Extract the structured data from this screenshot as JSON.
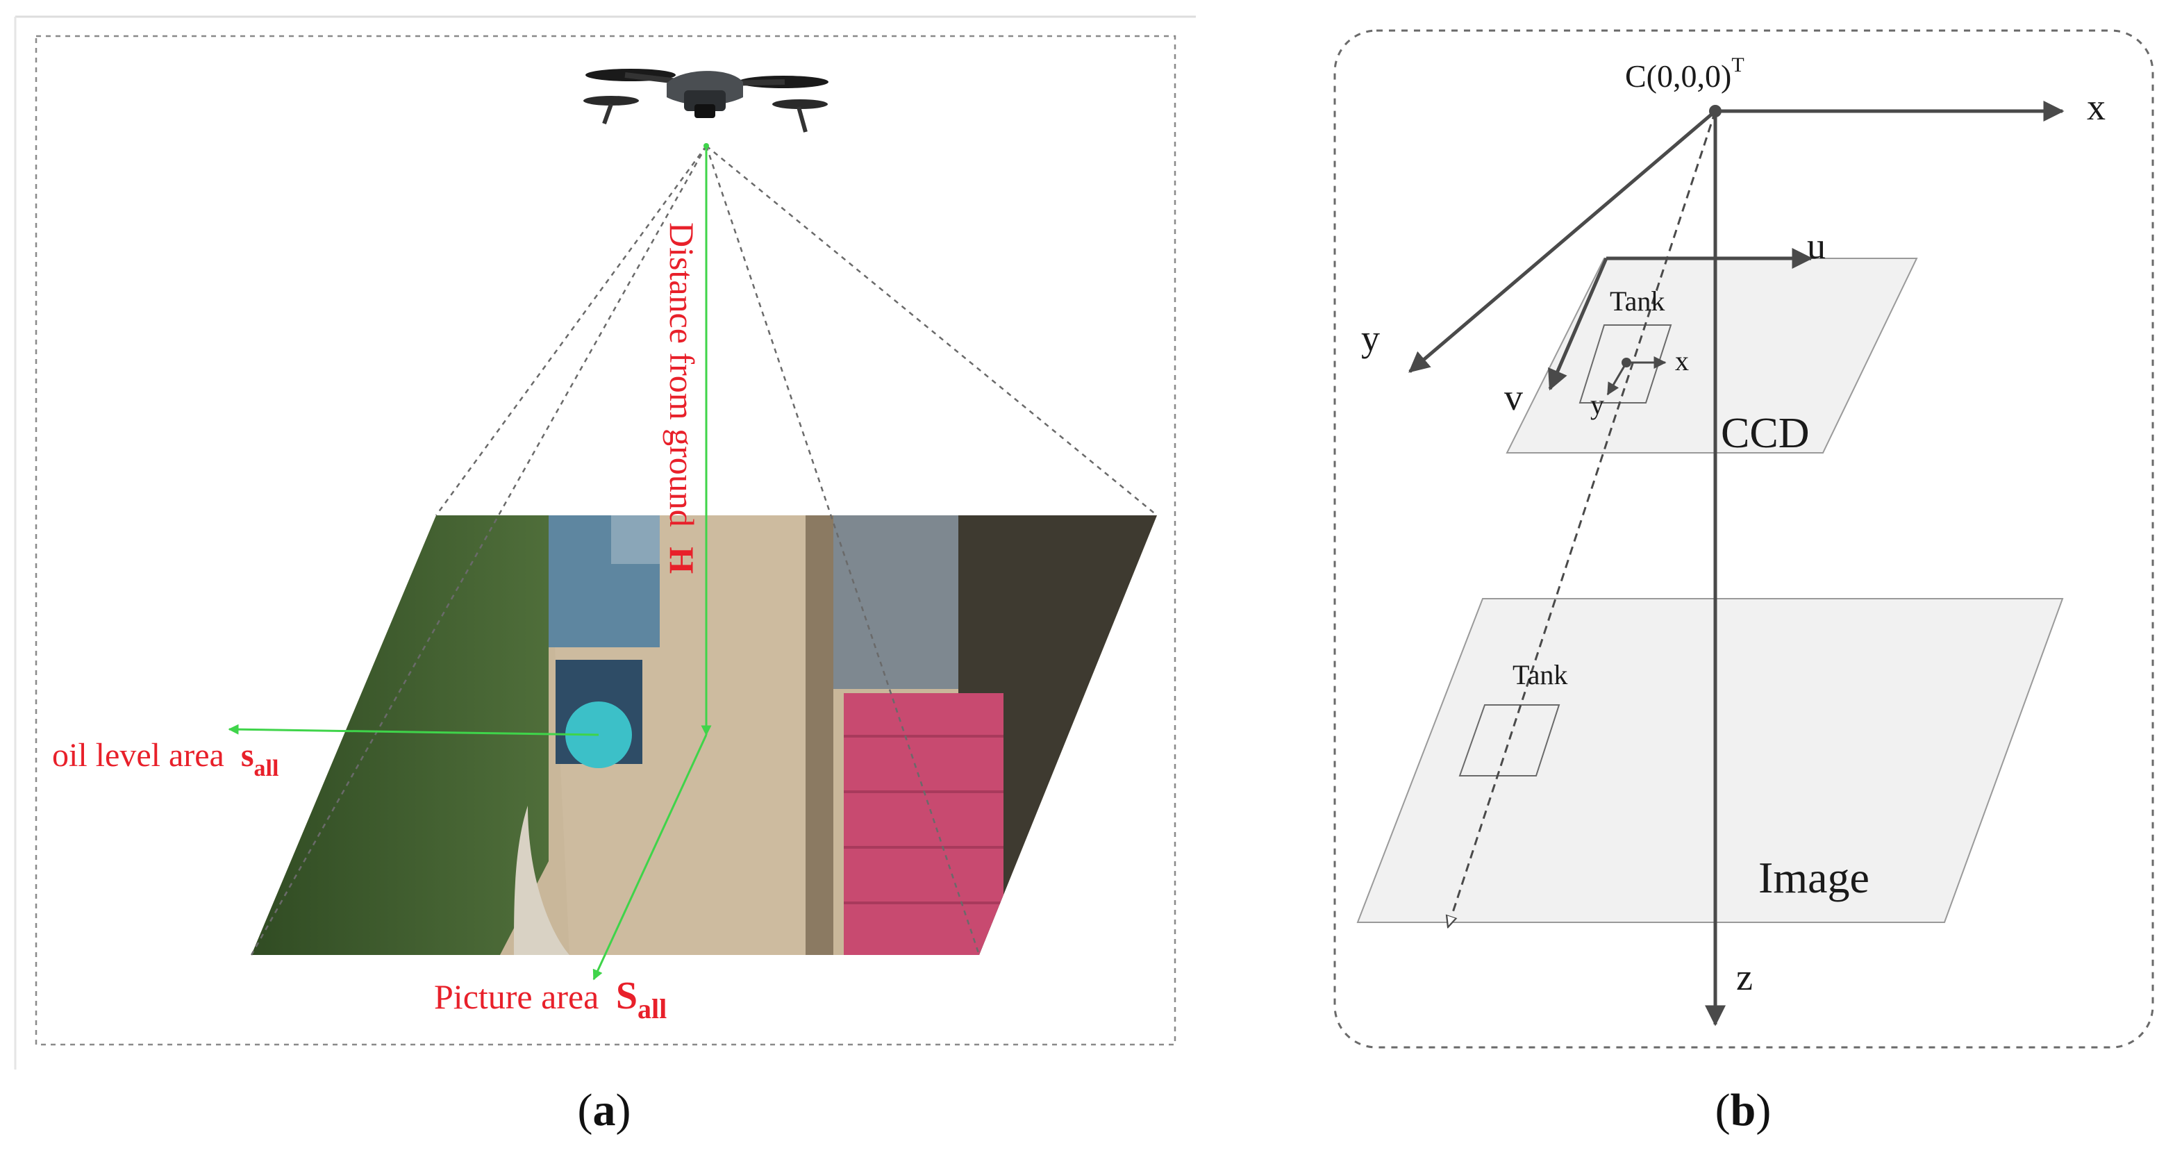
{
  "panel_a": {
    "vertical_label": "Distance from ground",
    "vertical_label_symbol": "H",
    "oil_label": "oil level area",
    "oil_label_symbol": "s",
    "oil_label_subscript": "all",
    "picture_label": "Picture area",
    "picture_label_symbol": "S",
    "picture_label_subscript": "all",
    "caption_open": "(",
    "caption_letter": "a",
    "caption_close": ")"
  },
  "panel_b": {
    "origin_label": "C(0,0,0)",
    "origin_superscript": "T",
    "x_axis": "x",
    "y_axis": "y",
    "z_axis": "z",
    "u_axis": "u",
    "v_axis": "v",
    "ccd_label": "CCD",
    "image_label": "Image",
    "tank_label_ccd": "Tank",
    "tank_label_image": "Tank",
    "tank_x": "x",
    "tank_y": "y",
    "caption_open": "(",
    "caption_letter": "b",
    "caption_close": ")"
  },
  "colors": {
    "label_red": "#e8202a",
    "guide_green": "#3fd44a",
    "axis_dark": "#4a4a4a",
    "plane_fill": "#f1f1f1"
  }
}
